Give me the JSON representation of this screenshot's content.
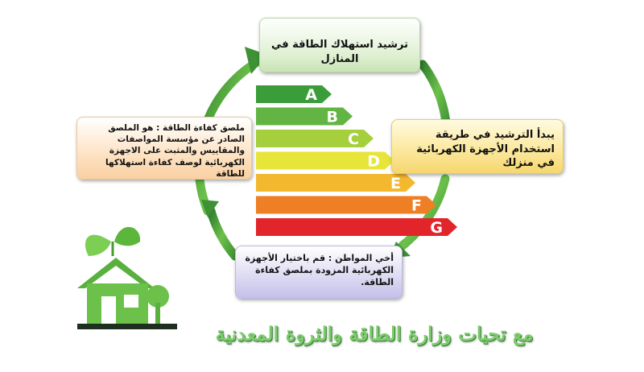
{
  "cycle": {
    "top_text": "ترشيد استهلاك الطاقة في المنازل",
    "right_text": "يبدأ الترشيد في طريقة استخدام الأجهزة الكهربائية في منزلك",
    "bottom_text": "أخي المواطن : قم باختيار الأجهزة الكهربائية المزودة بملصق كفاءة الطاقة.",
    "left_text": "ملصق كفاءة الطاقة : هو الملصق الصادر عن مؤسسة المواصفات والمقاييس والمثبت على الاجهزة الكهربائية لوصف كفاءة استهلاكها للطاقة"
  },
  "energy_scale": {
    "classes": [
      {
        "letter": "A",
        "color": "#3a9d3a"
      },
      {
        "letter": "B",
        "color": "#62b543"
      },
      {
        "letter": "C",
        "color": "#a6cf3d"
      },
      {
        "letter": "D",
        "color": "#e8e53a"
      },
      {
        "letter": "E",
        "color": "#f4b82f"
      },
      {
        "letter": "F",
        "color": "#ee7f25"
      },
      {
        "letter": "G",
        "color": "#e1252b"
      }
    ]
  },
  "footer": {
    "text": "مع تحيات وزارة الطاقة والثروة المعدنية"
  },
  "colors": {
    "cycle_arrow": "#5aa83e",
    "house": "#6cc14a"
  },
  "icons": [
    "eco-house-icon"
  ]
}
